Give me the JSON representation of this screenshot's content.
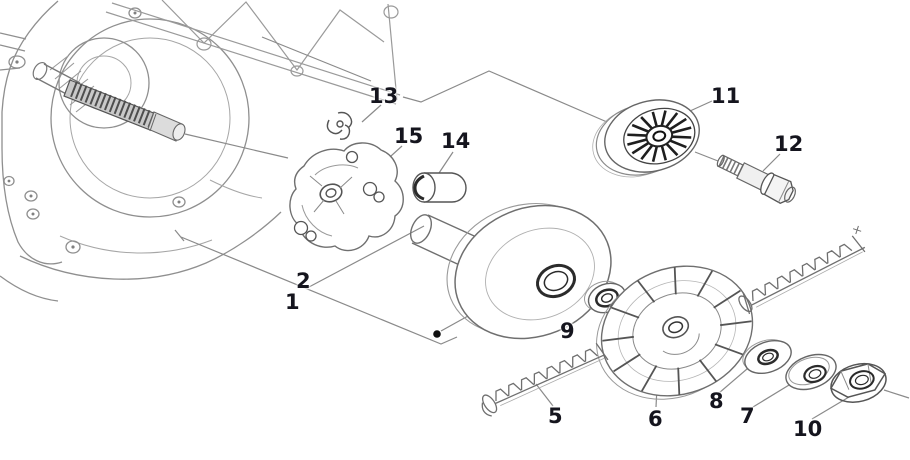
{
  "diagram": {
    "kind": "exploded-parts-line-drawing",
    "background_color": "#ffffff",
    "line_color": "#8a8a8a",
    "dark_line_color": "#2b2b2b",
    "label_color": "#15151e"
  },
  "callouts": {
    "1": {
      "text": "1"
    },
    "2": {
      "text": "2"
    },
    "5": {
      "text": "5"
    },
    "6": {
      "text": "6"
    },
    "7": {
      "text": "7"
    },
    "8": {
      "text": "8"
    },
    "9": {
      "text": "9"
    },
    "10": {
      "text": "10"
    },
    "11": {
      "text": "11"
    },
    "12": {
      "text": "12"
    },
    "13": {
      "text": "13"
    },
    "14": {
      "text": "14"
    },
    "15": {
      "text": "15"
    }
  }
}
